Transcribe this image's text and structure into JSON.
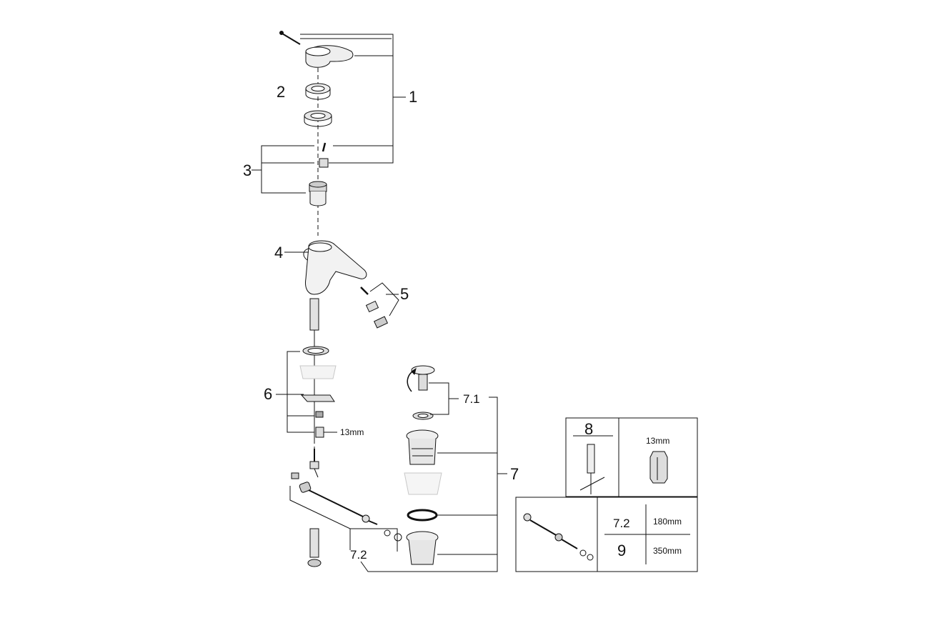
{
  "callouts": {
    "c1": "1",
    "c2": "2",
    "c3": "3",
    "c4": "4",
    "c5": "5",
    "c6": "6",
    "c7": "7",
    "c71": "7.1",
    "c72": "7.2",
    "wrench_size": "13mm"
  },
  "tool_box": {
    "tool_number": "8",
    "nut_size": "13mm"
  },
  "rod_box": {
    "row1": {
      "part": "7.2",
      "length": "180mm"
    },
    "row2": {
      "part": "9",
      "length": "350mm"
    }
  },
  "colors": {
    "line": "#111111",
    "fill": "#e6e6e6",
    "ghost": "#c8c8c8"
  }
}
